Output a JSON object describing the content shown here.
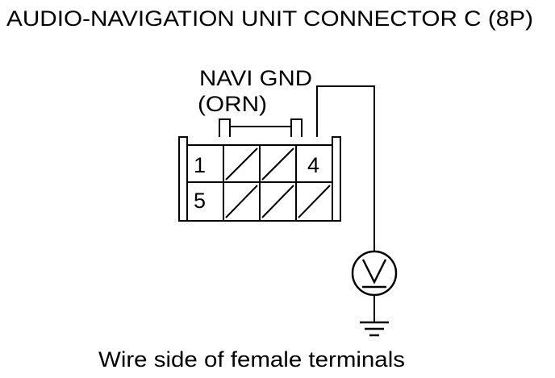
{
  "diagram": {
    "title": "AUDIO-NAVIGATION UNIT CONNECTOR C (8P)",
    "wire_label_line1": "NAVI GND",
    "wire_label_line2": "(ORN)",
    "terminals": {
      "t1": "1",
      "t4": "4",
      "t5": "5"
    },
    "meter_icon": "voltmeter-icon",
    "ground_icon": "ground-symbol-icon",
    "caption": "Wire side of female terminals"
  }
}
